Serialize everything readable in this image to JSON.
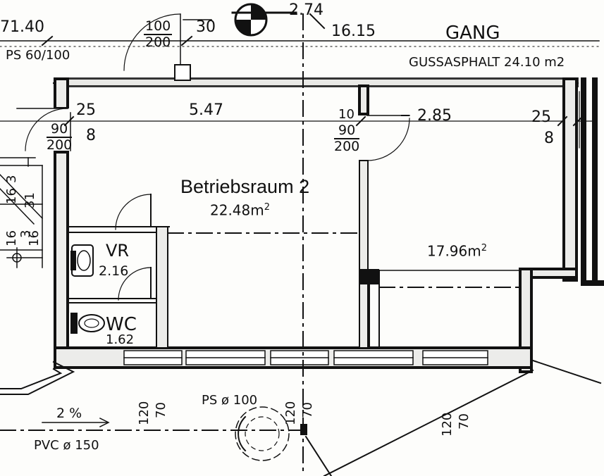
{
  "room": {
    "name": "Betriebsraum 2",
    "area": "22.48m",
    "area_sup": "2"
  },
  "side_room": {
    "area": "17.96m",
    "area_sup": "2"
  },
  "corridor": {
    "name": "GANG",
    "floor": "GUSSASPHALT 24.10 m2"
  },
  "vr": {
    "name": "VR",
    "area": "2.16"
  },
  "wc": {
    "name": "WC",
    "area": "1.62"
  },
  "dimensions": {
    "top_left": "71.40",
    "ps_top": "PS 60/100",
    "door_top_num": "100",
    "door_top_den": "200",
    "door_top_side": "30",
    "height_top": "2.74",
    "level_top": "16.15",
    "width_main": "5.47",
    "width_side": "2.85",
    "wall_left": "25",
    "wall_right": "25",
    "wall_mid": "10",
    "door_left_num": "90",
    "door_left_den": "200",
    "door_left_side": "8",
    "door_mid_num": "90",
    "door_mid_den": "200",
    "door_right_side": "8",
    "stair_a": "16",
    "stair_b": "31",
    "stair_c": "16",
    "stair_d": "3",
    "stair_e": "16",
    "stair_f": "3"
  },
  "drainage": {
    "slope": "2 %",
    "pipe": "PVC ø 150",
    "ps_bottom": "PS ø 100",
    "win_1": "120",
    "win_1b": "70",
    "win_2": "120",
    "win_2b": "70",
    "win_3": "120",
    "win_3b": "70"
  }
}
